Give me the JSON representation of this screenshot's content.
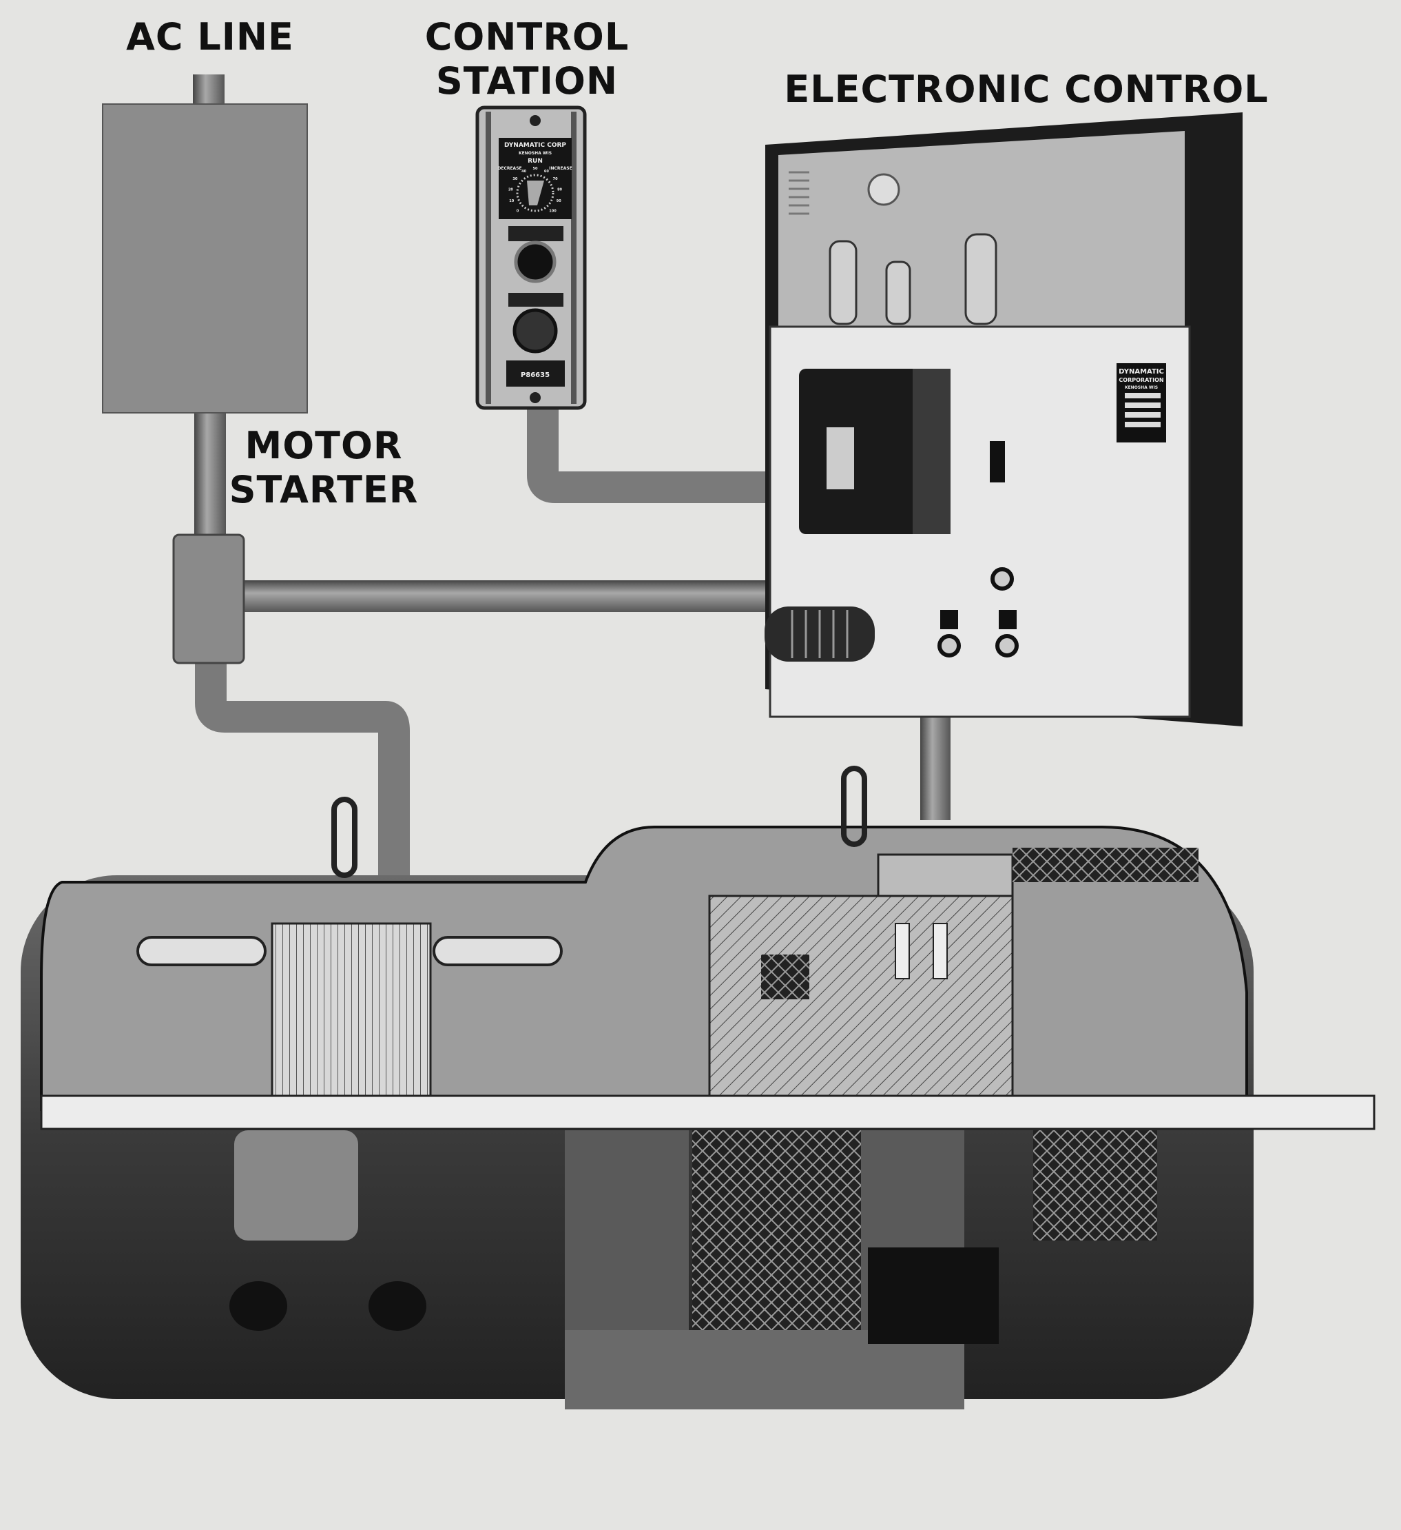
{
  "labels": {
    "ac_line": "AC LINE",
    "control_station": [
      "CONTROL",
      "STATION"
    ],
    "electronic_control": "ELECTRONIC CONTROL",
    "motor_starter": [
      "MOTOR",
      "STARTER"
    ]
  },
  "control_station_panel": {
    "maker": "DYNAMATIC CORP",
    "city": "KENOSHA WIS",
    "mode": "RUN",
    "decrease": "DECREASE",
    "increase": "INCREASE",
    "dial_ticks": [
      "0",
      "10",
      "20",
      "30",
      "40",
      "50",
      "60",
      "70",
      "80",
      "90",
      "100"
    ],
    "catalog_no": "P86635"
  },
  "nameplate": {
    "maker": "DYNAMATIC",
    "maker2": "CORPORATION",
    "city": "KENOSHA WIS"
  },
  "colors": {
    "background": "#e4e4e2",
    "box": "#8f8f8f",
    "pipe": "#7a7a7a",
    "dark": "#1a1a1a"
  }
}
